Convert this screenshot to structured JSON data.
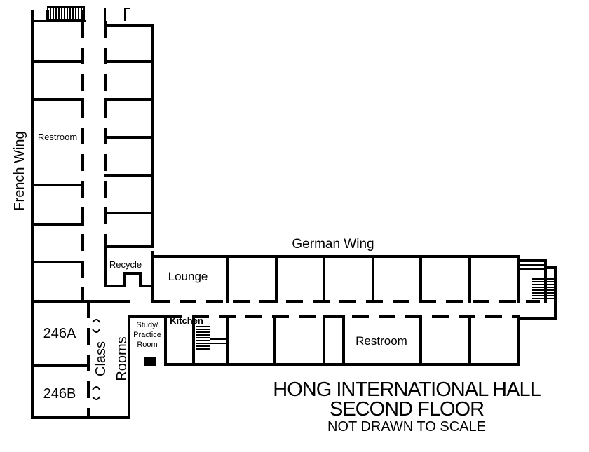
{
  "title": {
    "line1": "HONG INTERNATIONAL HALL",
    "line2": "SECOND FLOOR",
    "line3": "NOT DRAWN TO SCALE"
  },
  "wings": {
    "french": "French Wing",
    "german": "German Wing"
  },
  "rooms": {
    "restroom_french": "Restroom",
    "recycle": "Recycle",
    "lounge": "Lounge",
    "kitchen": "Kitchen",
    "study_line1": "Study/",
    "study_line2": "Practice",
    "study_line3": "Room",
    "restroom_german": "Restroom",
    "room_246a": "246A",
    "room_246b": "246B",
    "class": "Class",
    "rooms": "Rooms"
  }
}
